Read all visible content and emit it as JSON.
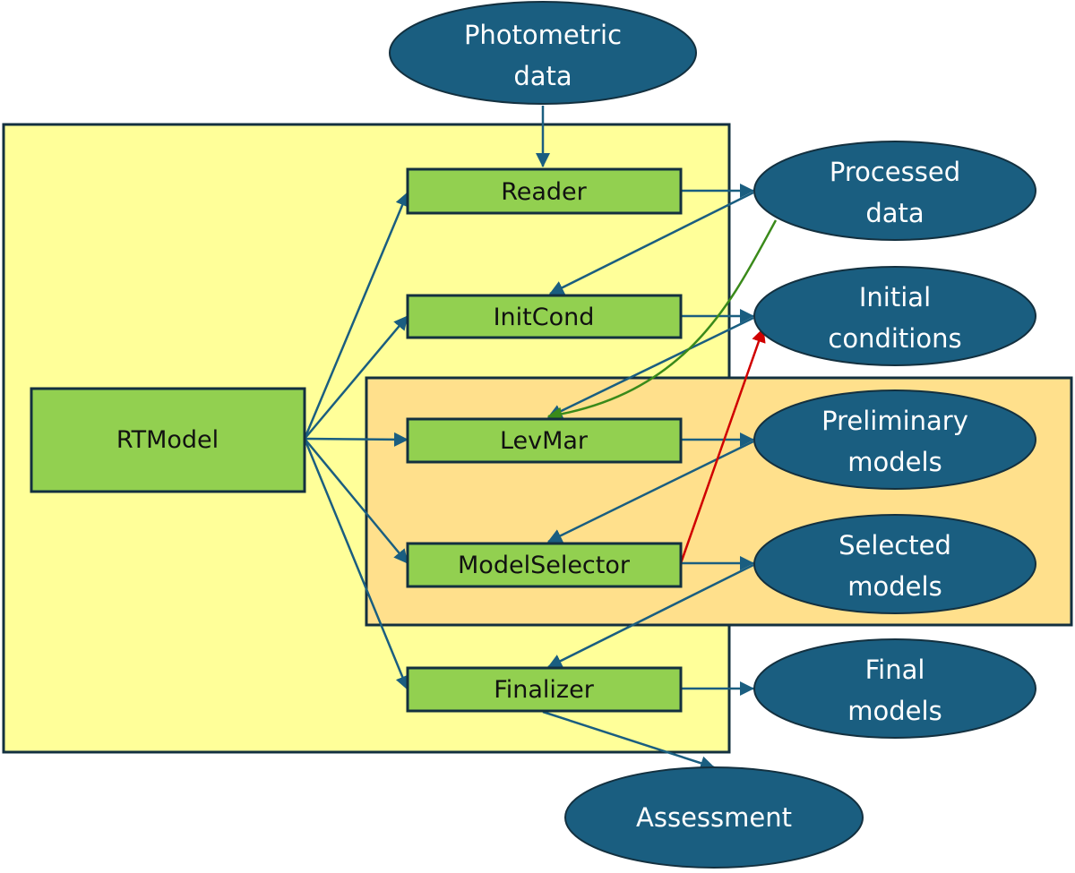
{
  "title": "RTModel pipeline diagram",
  "colors": {
    "outer_container": "#ffff99",
    "inner_container": "#ffe08c",
    "module_fill": "#92d050",
    "data_fill": "#1a5e80",
    "edge_default": "#1a5e80",
    "edge_green": "#3a8a1a",
    "edge_red": "#d00000"
  },
  "modules": [
    {
      "id": "rtmodel",
      "label": "RTModel"
    },
    {
      "id": "reader",
      "label": "Reader"
    },
    {
      "id": "initcond",
      "label": "InitCond"
    },
    {
      "id": "levmar",
      "label": "LevMar"
    },
    {
      "id": "modelselector",
      "label": "ModelSelector"
    },
    {
      "id": "finalizer",
      "label": "Finalizer"
    }
  ],
  "data_nodes": [
    {
      "id": "photometric",
      "lines": [
        "Photometric",
        "data"
      ]
    },
    {
      "id": "processed",
      "lines": [
        "Processed",
        "data"
      ]
    },
    {
      "id": "initial",
      "lines": [
        "Initial",
        "conditions"
      ]
    },
    {
      "id": "preliminary",
      "lines": [
        "Preliminary",
        "models"
      ]
    },
    {
      "id": "selected",
      "lines": [
        "Selected",
        "models"
      ]
    },
    {
      "id": "final",
      "lines": [
        "Final",
        "models"
      ]
    },
    {
      "id": "assessment",
      "lines": [
        "Assessment"
      ]
    }
  ],
  "edges": [
    {
      "from": "photometric",
      "to": "reader",
      "color": "default"
    },
    {
      "from": "rtmodel",
      "to": "reader",
      "color": "default"
    },
    {
      "from": "rtmodel",
      "to": "initcond",
      "color": "default"
    },
    {
      "from": "rtmodel",
      "to": "levmar",
      "color": "default"
    },
    {
      "from": "rtmodel",
      "to": "modelselector",
      "color": "default"
    },
    {
      "from": "rtmodel",
      "to": "finalizer",
      "color": "default"
    },
    {
      "from": "reader",
      "to": "processed",
      "color": "default"
    },
    {
      "from": "processed",
      "to": "initcond",
      "color": "default"
    },
    {
      "from": "initcond",
      "to": "initial",
      "color": "default"
    },
    {
      "from": "initial",
      "to": "levmar",
      "color": "default"
    },
    {
      "from": "processed",
      "to": "levmar",
      "color": "green"
    },
    {
      "from": "levmar",
      "to": "preliminary",
      "color": "default"
    },
    {
      "from": "preliminary",
      "to": "modelselector",
      "color": "default"
    },
    {
      "from": "modelselector",
      "to": "selected",
      "color": "default"
    },
    {
      "from": "modelselector",
      "to": "initial",
      "color": "red"
    },
    {
      "from": "selected",
      "to": "finalizer",
      "color": "default"
    },
    {
      "from": "finalizer",
      "to": "final",
      "color": "default"
    },
    {
      "from": "finalizer",
      "to": "assessment",
      "color": "default"
    }
  ]
}
